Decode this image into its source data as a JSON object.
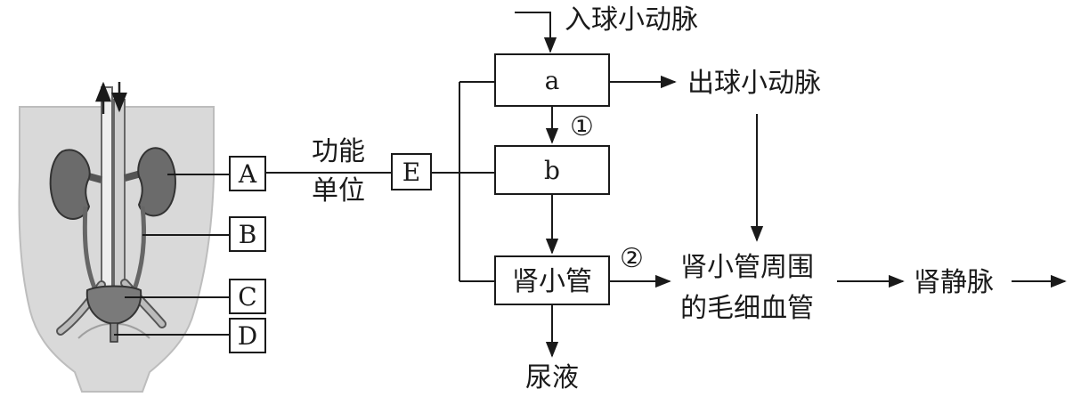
{
  "body_labels": {
    "A": "A",
    "B": "B",
    "C": "C",
    "D": "D"
  },
  "functional_unit": {
    "line1": "功能",
    "line2": "单位",
    "box_label": "E"
  },
  "flow": {
    "afferent_arteriole": "入球小动脉",
    "box_a": "a",
    "efferent_arteriole": "出球小动脉",
    "step_1": "①",
    "box_b": "b",
    "box_tubule": "肾小管",
    "step_2": "②",
    "capillaries_line1": "肾小管周围",
    "capillaries_line2": "的毛细血管",
    "renal_vein": "肾静脉",
    "urine": "尿液"
  }
}
